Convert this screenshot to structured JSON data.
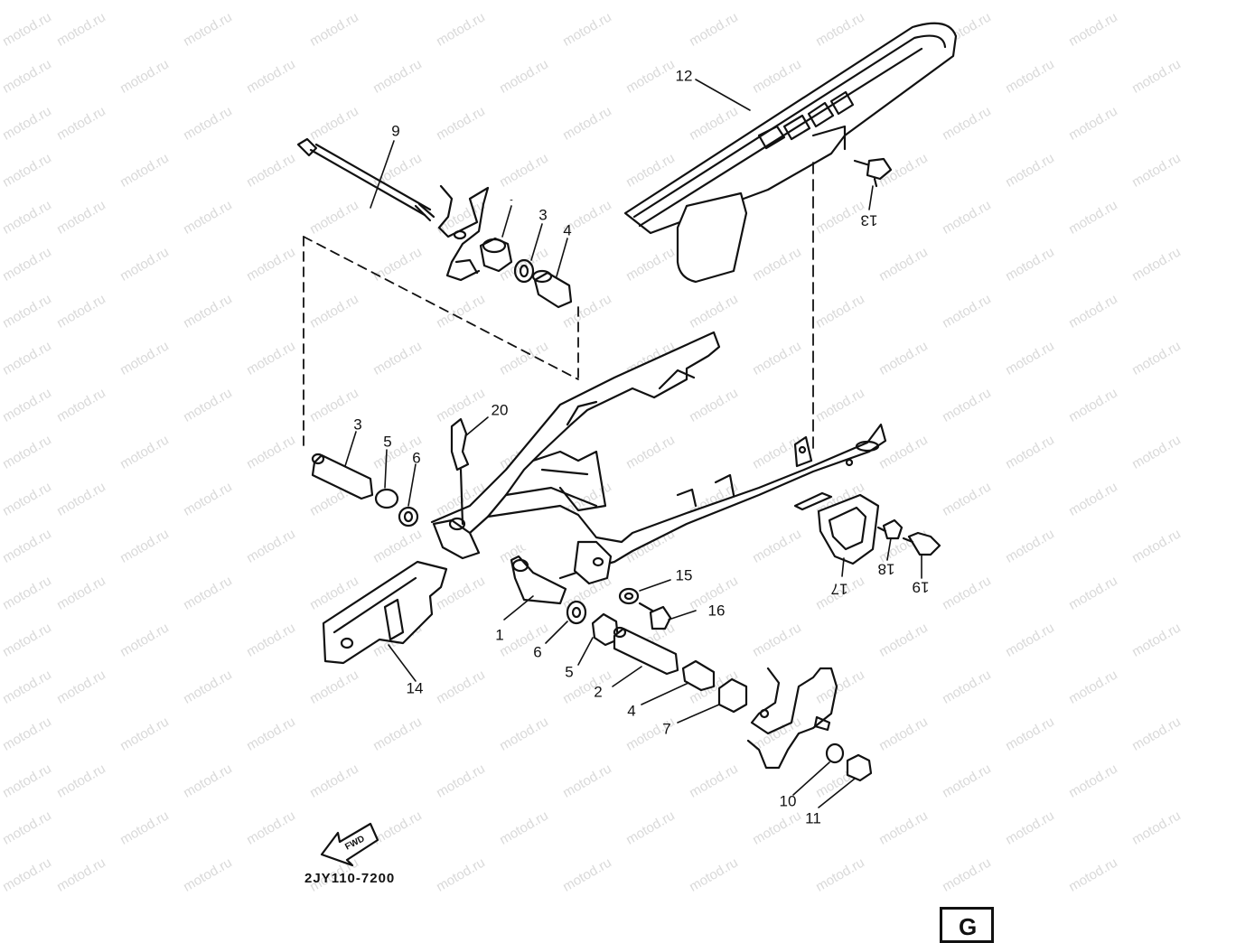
{
  "watermark": "motod.ru",
  "diagram_code": "2JY110-7200",
  "page_badge": "G",
  "front_arrow_label": "FWD",
  "callouts": [
    {
      "id": "1",
      "label": "1"
    },
    {
      "id": "2",
      "label": "2"
    },
    {
      "id": "3a",
      "label": "3"
    },
    {
      "id": "3b",
      "label": "3"
    },
    {
      "id": "4a",
      "label": "4"
    },
    {
      "id": "4b",
      "label": "4"
    },
    {
      "id": "5a",
      "label": "5"
    },
    {
      "id": "5b",
      "label": "5"
    },
    {
      "id": "6a",
      "label": "6"
    },
    {
      "id": "6b",
      "label": "6"
    },
    {
      "id": "7",
      "label": "7"
    },
    {
      "id": "9",
      "label": "9"
    },
    {
      "id": "10",
      "label": "10"
    },
    {
      "id": "11",
      "label": "11"
    },
    {
      "id": "12",
      "label": "12"
    },
    {
      "id": "13",
      "label": "13"
    },
    {
      "id": "14",
      "label": "14"
    },
    {
      "id": "15",
      "label": "15"
    },
    {
      "id": "16",
      "label": "16"
    },
    {
      "id": "17",
      "label": "17"
    },
    {
      "id": "18",
      "label": "18"
    },
    {
      "id": "19",
      "label": "19"
    },
    {
      "id": "20",
      "label": "20"
    }
  ],
  "colors": {
    "ink": "#111111",
    "watermark": "#d9d9d9",
    "background": "#ffffff"
  }
}
